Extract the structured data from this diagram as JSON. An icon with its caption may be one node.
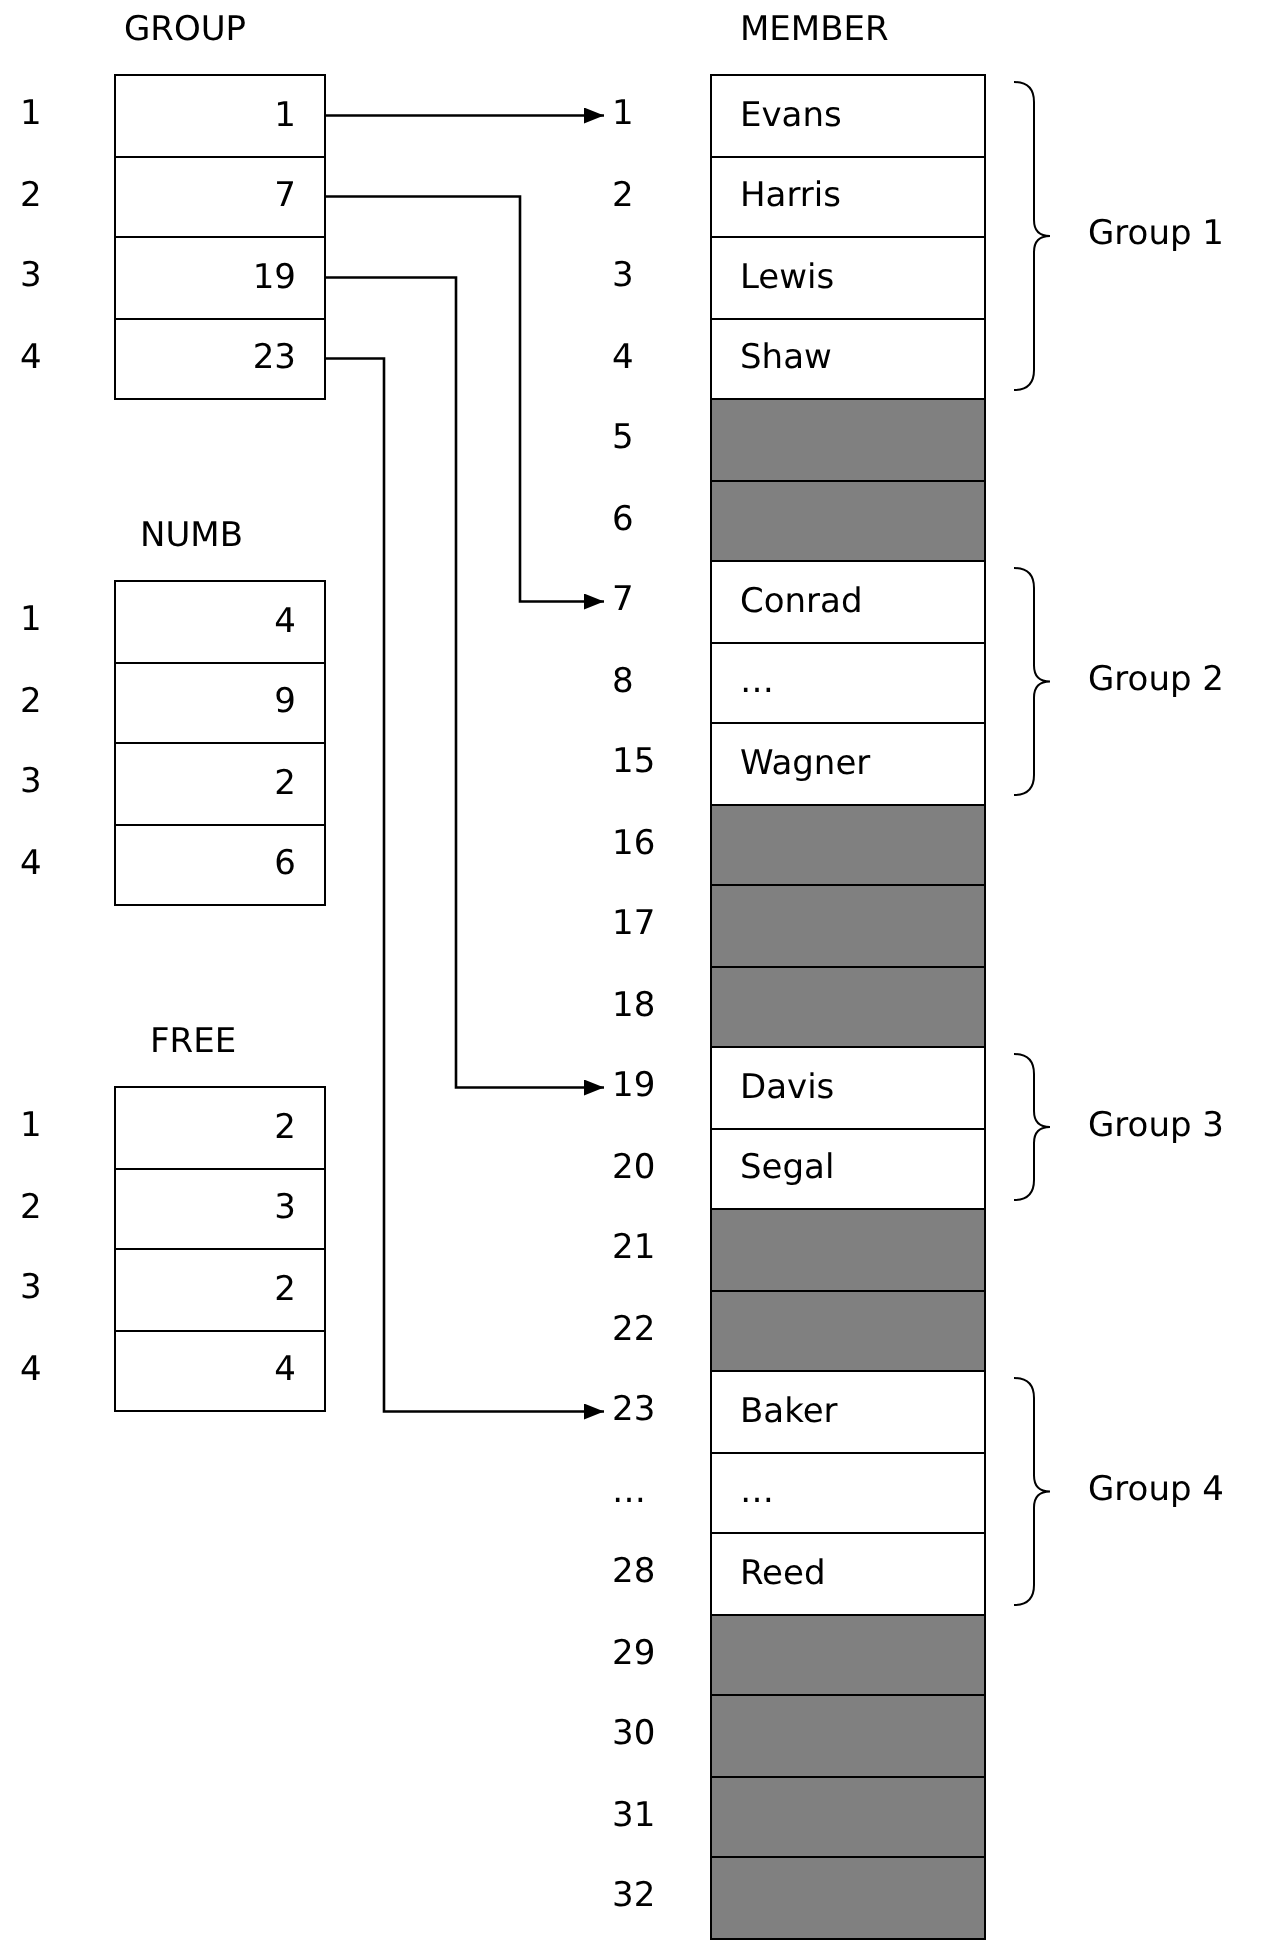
{
  "diagram": {
    "nodes": [
      {
        "text": [
          "GROUP"
        ]
      },
      {
        "text": [
          "1"
        ],
        "in": 0,
        "beside": [
          "1"
        ]
      },
      {
        "text": [
          "7"
        ],
        "in": 0,
        "beside": [
          "2"
        ]
      },
      {
        "text": [
          "19"
        ],
        "in": 0,
        "beside": [
          "3"
        ]
      },
      {
        "text": [
          "23"
        ],
        "in": 0,
        "beside": [
          "4"
        ]
      },
      {
        "text": [
          "NUMB"
        ]
      },
      {
        "text": [
          "4"
        ],
        "in": 5,
        "beside": [
          "1"
        ]
      },
      {
        "text": [
          "9"
        ],
        "in": 5,
        "beside": [
          "2"
        ]
      },
      {
        "text": [
          "2"
        ],
        "in": 5,
        "beside": [
          "3"
        ]
      },
      {
        "text": [
          "6"
        ],
        "in": 5,
        "beside": [
          "4"
        ]
      },
      {
        "text": [
          "FREE"
        ]
      },
      {
        "text": [
          "2"
        ],
        "in": 10,
        "beside": [
          "1"
        ]
      },
      {
        "text": [
          "3"
        ],
        "in": 10,
        "beside": [
          "2"
        ]
      },
      {
        "text": [
          "2"
        ],
        "in": 10,
        "beside": [
          "3"
        ]
      },
      {
        "text": [
          "4"
        ],
        "in": 10,
        "beside": [
          "4"
        ]
      },
      {
        "text": [
          "MEMBER"
        ]
      },
      {
        "text": [
          "Evans"
        ],
        "in": 15,
        "beside": [
          "1"
        ]
      },
      {
        "text": [
          "Harris"
        ],
        "in": 15,
        "beside": [
          "2"
        ]
      },
      {
        "text": [
          "Lewis"
        ],
        "in": 15,
        "beside": [
          "3"
        ]
      },
      {
        "text": [
          "Shaw"
        ],
        "in": 15,
        "beside": [
          "4"
        ]
      },
      {
        "text": [],
        "shape": "box",
        "in": 15,
        "beside": [
          "5"
        ]
      },
      {
        "text": [],
        "shape": "box",
        "in": 15,
        "beside": [
          "6"
        ]
      },
      {
        "text": [
          "Conrad"
        ],
        "in": 15,
        "beside": [
          "7"
        ]
      },
      {
        "text": [
          "…"
        ],
        "in": 15,
        "beside": [
          "8"
        ]
      },
      {
        "text": [
          "Wagner"
        ],
        "in": 15,
        "beside": [
          "15"
        ]
      },
      {
        "text": [],
        "shape": "box",
        "in": 15,
        "beside": [
          "16"
        ]
      },
      {
        "text": [],
        "shape": "box",
        "in": 15,
        "beside": [
          "17"
        ]
      },
      {
        "text": [],
        "shape": "box",
        "in": 15,
        "beside": [
          "18"
        ]
      },
      {
        "text": [
          "Davis"
        ],
        "in": 15,
        "beside": [
          "19"
        ]
      },
      {
        "text": [
          "Segal"
        ],
        "in": 15,
        "beside": [
          "20"
        ]
      },
      {
        "text": [],
        "shape": "box",
        "in": 15,
        "beside": [
          "21"
        ]
      },
      {
        "text": [],
        "shape": "box",
        "in": 15,
        "beside": [
          "22"
        ]
      },
      {
        "text": [
          "Baker"
        ],
        "in": 15,
        "beside": [
          "23"
        ]
      },
      {
        "text": [
          "…"
        ],
        "in": 15,
        "beside": [
          "…"
        ]
      },
      {
        "text": [
          "Reed"
        ],
        "in": 15,
        "beside": [
          "28"
        ]
      },
      {
        "text": [],
        "shape": "box",
        "in": 15,
        "beside": [
          "29"
        ]
      },
      {
        "text": [],
        "shape": "box",
        "in": 15,
        "beside": [
          "30"
        ]
      },
      {
        "text": [],
        "shape": "box",
        "in": 15,
        "beside": [
          "31"
        ]
      },
      {
        "text": [],
        "shape": "box",
        "in": 15,
        "beside": [
          "32"
        ]
      }
    ],
    "edges": [
      {
        "from": 1,
        "to": 16,
        "arrow": "to"
      },
      {
        "from": 2,
        "to": 22,
        "arrow": "to"
      },
      {
        "from": 3,
        "to": 28,
        "arrow": "to"
      },
      {
        "from": 4,
        "to": 32,
        "arrow": "to"
      }
    ],
    "labels": [
      "Group 1",
      "Group 2",
      "Group 3",
      "Group 4"
    ]
  }
}
